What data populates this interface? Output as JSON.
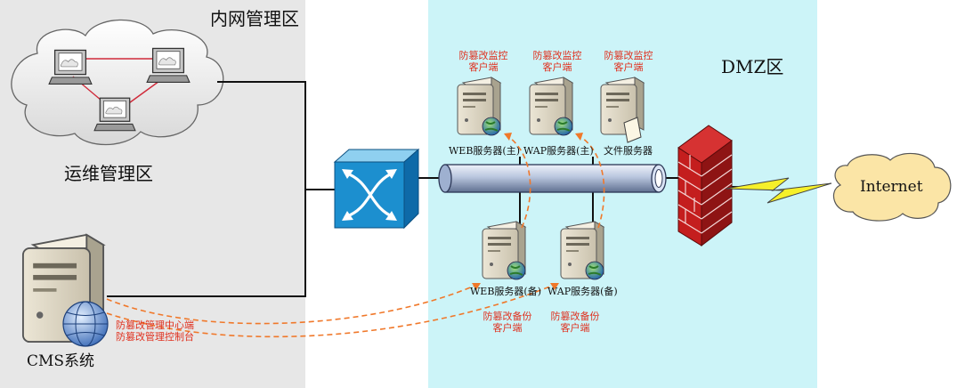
{
  "zones": {
    "intranet_label": "内网管理区",
    "ops_label": "运维管理区",
    "dmz_label": "DMZ区"
  },
  "cms": {
    "label": "CMS系统",
    "roles_line1": "防篡改管理中心端",
    "roles_line2": "防篡改管理控制台"
  },
  "servers": {
    "web_main": {
      "label": "WEB服务器(主)",
      "client_line1": "防篡改监控",
      "client_line2": "客户端"
    },
    "wap_main": {
      "label": "WAP服务器(主)",
      "client_line1": "防篡改监控",
      "client_line2": "客户端"
    },
    "file": {
      "label": "文件服务器",
      "client_line1": "防篡改监控",
      "client_line2": "客户端"
    },
    "web_backup": {
      "label": "WEB服务器(备)",
      "client_line1": "防篡改备份",
      "client_line2": "客户端"
    },
    "wap_backup": {
      "label": "WAP服务器(备)",
      "client_line1": "防篡改备份",
      "client_line2": "客户端"
    }
  },
  "internet": {
    "label": "Internet"
  },
  "icons": [
    "cloud-icon",
    "workstation-icon",
    "server-icon",
    "globe-icon",
    "switch-icon",
    "firewall-icon",
    "lightning-icon"
  ],
  "colors": {
    "intranet_bg": "#e7e7e7",
    "dmz_bg": "#ccf4f8",
    "annotation_red": "#e0301e",
    "flow_orange": "#f0782a",
    "firewall_red": "#c41e1e",
    "switch_blue": "#1c8fcf",
    "internet_cloud": "#fbe5a6"
  }
}
